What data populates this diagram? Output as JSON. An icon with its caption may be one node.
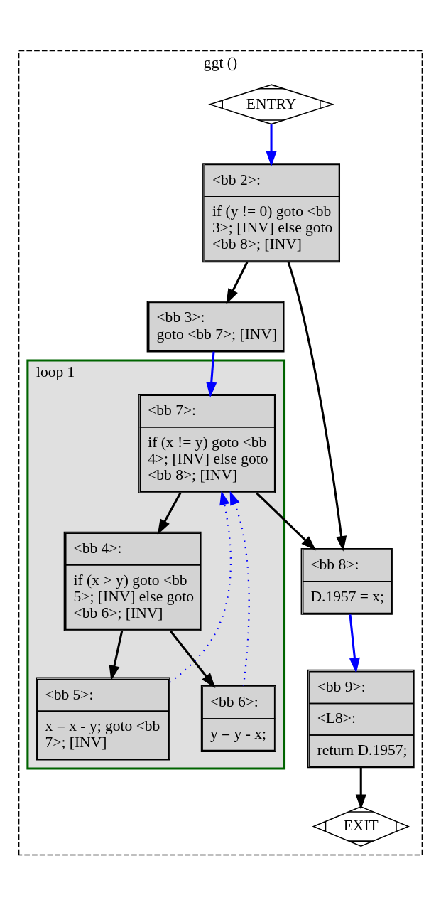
{
  "diagram": {
    "nodes": [
      {
        "text": [
          "ggt ()"
        ]
      },
      {
        "text": [
          "ENTRY"
        ],
        "in": 0
      },
      {
        "text": [
          "<bb 2>:",
          "if (y != 0) goto <bb 3>; [INV] else goto <bb 8>; [INV]"
        ],
        "in": 0
      },
      {
        "text": [
          "<bb 3>:",
          "goto <bb 7>; [INV]"
        ],
        "in": 0
      },
      {
        "text": [
          "loop 1"
        ],
        "in": 0
      },
      {
        "text": [
          "<bb 7>:",
          "if (x != y) goto <bb 4>; [INV] else goto <bb 8>; [INV]"
        ],
        "in": 4
      },
      {
        "text": [
          "<bb 4>:",
          "if (x > y) goto <bb 5>; [INV] else goto <bb 6>; [INV]"
        ],
        "in": 4
      },
      {
        "text": [
          "<bb 5>:",
          "x = x - y; goto <bb 7>; [INV]"
        ],
        "in": 4
      },
      {
        "text": [
          "<bb 6>:",
          "y = y - x;"
        ],
        "in": 4
      },
      {
        "text": [
          "<bb 8>:",
          "D.1957 = x;"
        ],
        "in": 0
      },
      {
        "text": [
          "<bb 9>:",
          "<L8>:",
          "return D.1957;"
        ],
        "in": 0
      },
      {
        "text": [
          "EXIT"
        ],
        "in": 0
      }
    ],
    "edges": [
      {
        "from": 1,
        "to": 2,
        "arrow": "to",
        "color": "#0000ff"
      },
      {
        "from": 2,
        "to": 3,
        "arrow": "to"
      },
      {
        "from": 2,
        "to": 9,
        "arrow": "to"
      },
      {
        "from": 3,
        "to": 5,
        "arrow": "to",
        "color": "#0000ff"
      },
      {
        "from": 5,
        "to": 6,
        "arrow": "to"
      },
      {
        "from": 5,
        "to": 9,
        "arrow": "to"
      },
      {
        "from": 6,
        "to": 7,
        "arrow": "to"
      },
      {
        "from": 6,
        "to": 8,
        "arrow": "to"
      },
      {
        "from": 7,
        "to": 5,
        "arrow": "to",
        "style": "dashed",
        "color": "#0000ff"
      },
      {
        "from": 8,
        "to": 5,
        "arrow": "to",
        "style": "dashed",
        "color": "#0000ff"
      },
      {
        "from": 9,
        "to": 10,
        "arrow": "to",
        "color": "#0000ff"
      },
      {
        "from": 10,
        "to": 11,
        "arrow": "to"
      }
    ]
  }
}
